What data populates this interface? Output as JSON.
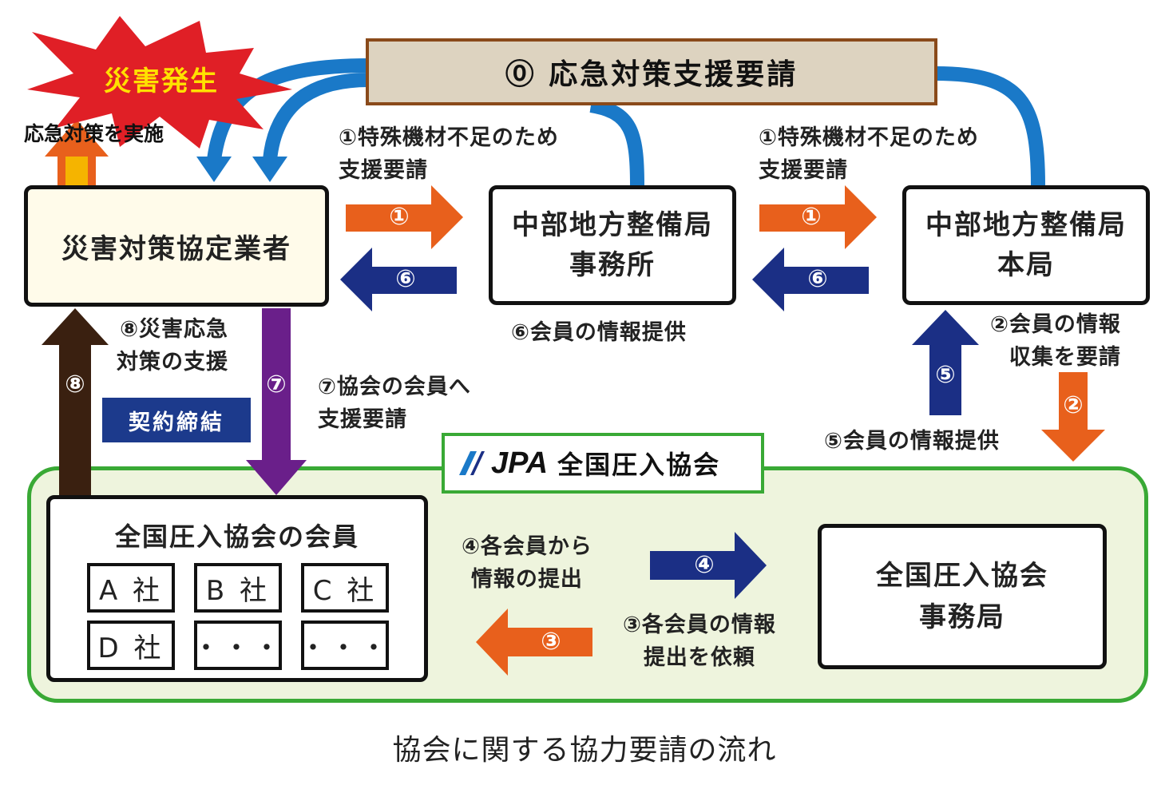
{
  "top_request": "⓪ 応急対策支援要請",
  "disaster": {
    "burst": "災害発生",
    "action": "応急対策を実施"
  },
  "boxes": {
    "contractor": "災害対策協定業者",
    "office": [
      "中部地方整備局",
      "事務所"
    ],
    "hq": [
      "中部地方整備局",
      "本局"
    ],
    "members_title": "全国圧入協会の会員",
    "secretariat": [
      "全国圧入協会",
      "事務局"
    ]
  },
  "companies": [
    "A 社",
    "B 社",
    "C 社",
    "D 社",
    "・・・",
    "・・・"
  ],
  "contract": "契約締結",
  "association": {
    "logo": "JPA",
    "name": "全国圧入協会"
  },
  "arrow_numbers": {
    "n1a": "①",
    "n6a": "⑥",
    "n1b": "①",
    "n6b": "⑥",
    "n2": "②",
    "n5": "⑤",
    "n7": "⑦",
    "n8": "⑧",
    "n4": "④",
    "n3": "③"
  },
  "labels": {
    "l1a": [
      "①特殊機材不足のため",
      "支援要請"
    ],
    "l1b": [
      "①特殊機材不足のため",
      "支援要請"
    ],
    "l6": "⑥会員の情報提供",
    "l2": [
      "②会員の情報",
      "収集を要請"
    ],
    "l5": "⑤会員の情報提供",
    "l8": [
      "⑧災害応急",
      "対策の支援"
    ],
    "l7": [
      "⑦協会の会員へ",
      "支援要請"
    ],
    "l4": [
      "④各会員から",
      "情報の提出"
    ],
    "l3": [
      "③各会員の情報",
      "提出を依頼"
    ]
  },
  "caption": "協会に関する協力要請の流れ",
  "colors": {
    "orange": "#e8601c",
    "navy": "#1b2f85",
    "blue_curve": "#1a79c8",
    "purple": "#6a1f8a",
    "brown": "#3a2010",
    "green_border": "#39a935",
    "green_fill": "#eef4dd",
    "top_box_fill": "#ddd3c0",
    "top_box_border": "#8a4a1a",
    "contractor_fill": "#fffbea",
    "contract_fill": "#1c3a8c"
  }
}
